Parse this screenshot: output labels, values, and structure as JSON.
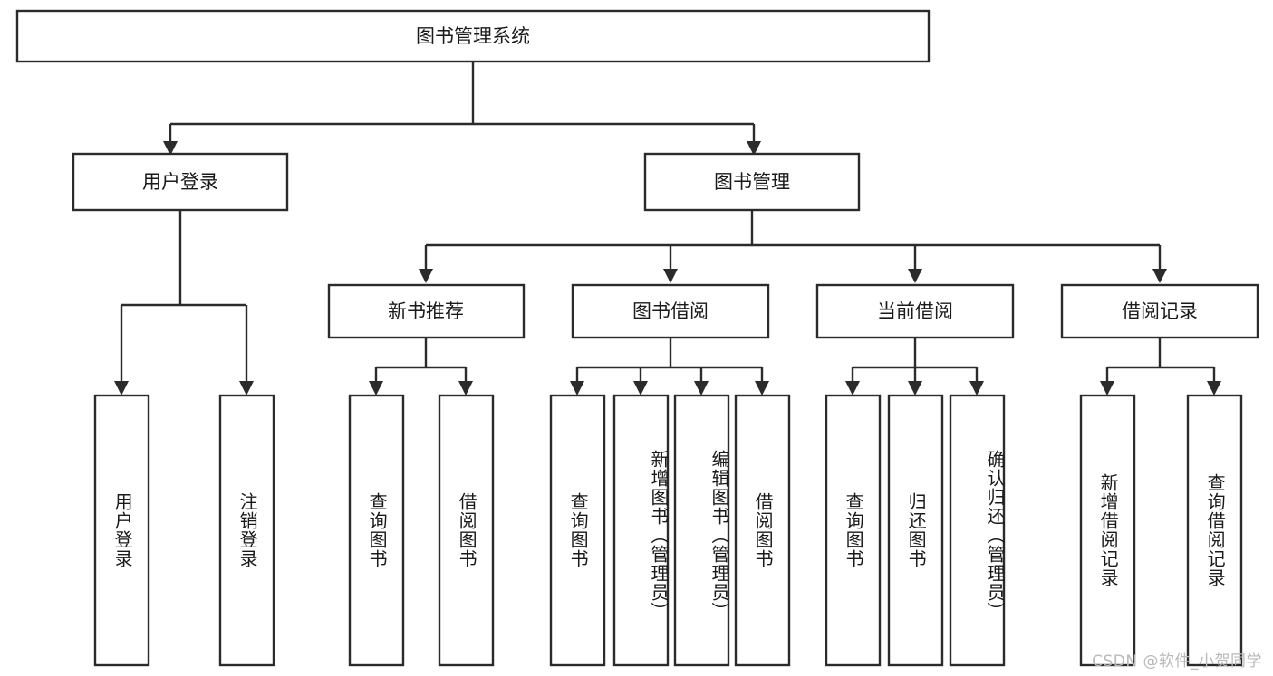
{
  "diagram": {
    "type": "tree-hierarchy-diagram",
    "title": "图书管理系统",
    "watermark": "CSDN @软件_小贺同学",
    "colors": {
      "stroke": "#2b2b2b",
      "fill": "#ffffff",
      "text": "#1a1a1a",
      "watermark": "#b9b9b9"
    },
    "nodes": {
      "root": {
        "label": "图书管理系统"
      },
      "level2": [
        {
          "id": "user-login",
          "label": "用户登录"
        },
        {
          "id": "book-manage",
          "label": "图书管理"
        }
      ],
      "level3": [
        {
          "id": "new-book-rec",
          "label": "新书推荐"
        },
        {
          "id": "book-borrow",
          "label": "图书借阅"
        },
        {
          "id": "current-borrow",
          "label": "当前借阅"
        },
        {
          "id": "borrow-record",
          "label": "借阅记录"
        }
      ],
      "leaves": {
        "user-login": [
          {
            "id": "leaf-user-login",
            "label": "用户登录"
          },
          {
            "id": "leaf-user-logout",
            "label": "注销登录"
          }
        ],
        "new-book-rec": [
          {
            "id": "leaf-query-book-1",
            "label": "查询图书"
          },
          {
            "id": "leaf-borrow-book-1",
            "label": "借阅图书"
          }
        ],
        "book-borrow": [
          {
            "id": "leaf-query-book-2",
            "label": "查询图书"
          },
          {
            "id": "leaf-add-book",
            "label": "新增图书（管理员）"
          },
          {
            "id": "leaf-edit-book",
            "label": "编辑图书（管理员）"
          },
          {
            "id": "leaf-borrow-book-2",
            "label": "借阅图书"
          }
        ],
        "current-borrow": [
          {
            "id": "leaf-query-book-3",
            "label": "查询图书"
          },
          {
            "id": "leaf-return-book",
            "label": "归还图书"
          },
          {
            "id": "leaf-confirm-return",
            "label": "确认归还（管理员）"
          }
        ],
        "borrow-record": [
          {
            "id": "leaf-add-record",
            "label": "新增借阅记录"
          },
          {
            "id": "leaf-query-record",
            "label": "查询借阅记录"
          }
        ]
      }
    }
  }
}
